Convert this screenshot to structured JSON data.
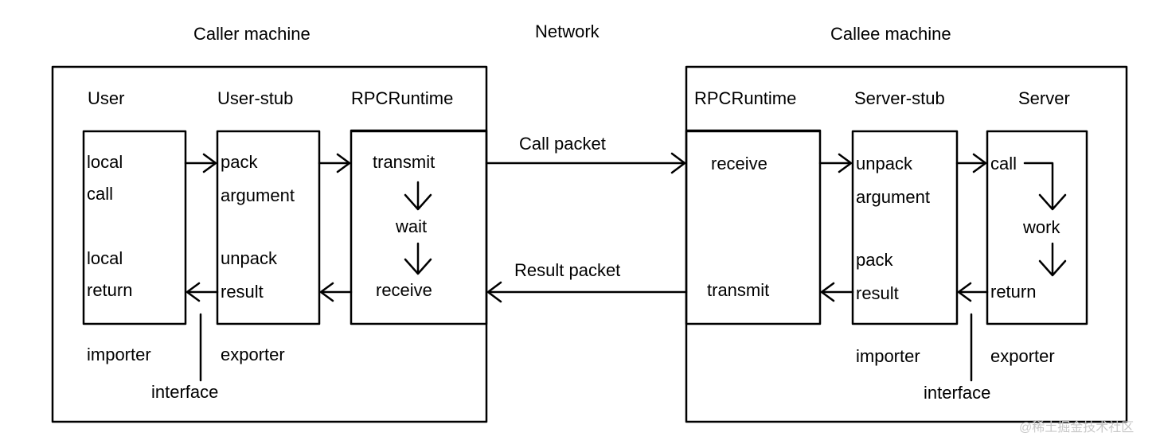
{
  "headings": {
    "caller": "Caller machine",
    "network": "Network",
    "callee": "Callee machine"
  },
  "caller": {
    "user": {
      "title": "User",
      "l1": "local",
      "l2": "call",
      "l3": "local",
      "l4": "return",
      "role": "importer"
    },
    "stub": {
      "title": "User-stub",
      "l1": "pack",
      "l2": "argument",
      "l3": "unpack",
      "l4": "result",
      "role": "exporter"
    },
    "runtime": {
      "title": "RPCRuntime",
      "l1": "transmit",
      "l2": "wait",
      "l3": "receive"
    },
    "interface": "interface"
  },
  "network": {
    "call_packet": "Call packet",
    "result_packet": "Result packet"
  },
  "callee": {
    "runtime": {
      "title": "RPCRuntime",
      "l1": "receive",
      "l2": "transmit"
    },
    "stub": {
      "title": "Server-stub",
      "l1": "unpack",
      "l2": "argument",
      "l3": "pack",
      "l4": "result",
      "role": "importer"
    },
    "server": {
      "title": "Server",
      "l1": "call",
      "l2": "work",
      "l3": "return",
      "role": "exporter"
    },
    "interface": "interface"
  },
  "watermark": "@稀土掘金技术社区"
}
